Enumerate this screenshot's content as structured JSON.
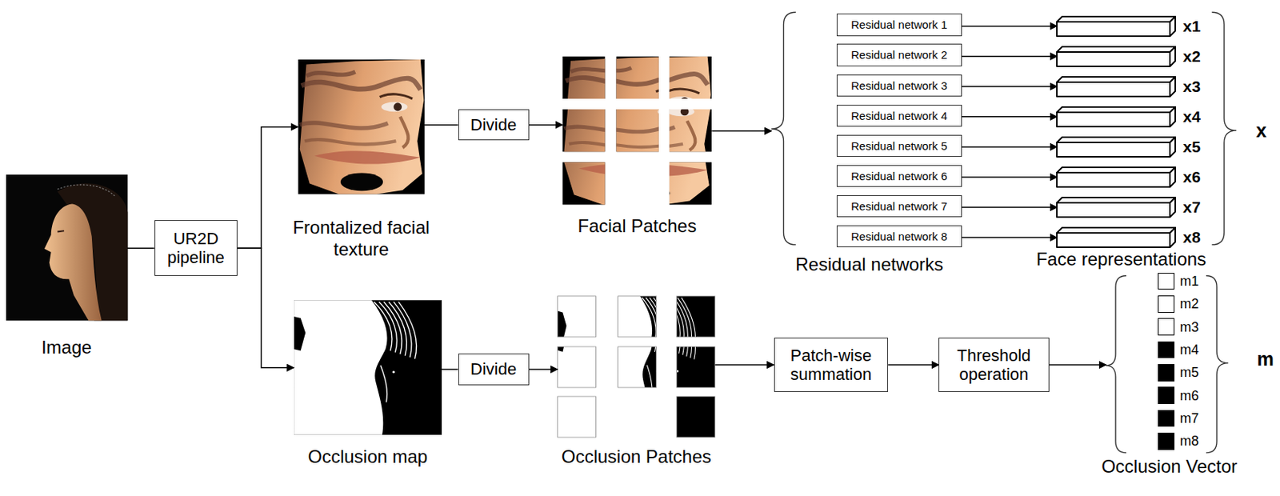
{
  "diagram": {
    "nodes": [
      {
        "text": [
          "Image"
        ]
      },
      {
        "text": [
          "UR2D pipeline"
        ]
      },
      {
        "text": [
          "Frontalized facial texture"
        ]
      },
      {
        "text": [
          "Divide"
        ]
      },
      {
        "text": [
          "Facial Patches"
        ]
      },
      {
        "text": [
          "Residual networks"
        ]
      },
      {
        "text": [
          "Residual network 1"
        ],
        "in": 5
      },
      {
        "text": [
          "Residual network 2"
        ],
        "in": 5
      },
      {
        "text": [
          "Residual network 3"
        ],
        "in": 5
      },
      {
        "text": [
          "Residual network 4"
        ],
        "in": 5
      },
      {
        "text": [
          "Residual network 5"
        ],
        "in": 5
      },
      {
        "text": [
          "Residual network 6"
        ],
        "in": 5
      },
      {
        "text": [
          "Residual network 7"
        ],
        "in": 5
      },
      {
        "text": [
          "Residual network 8"
        ],
        "in": 5
      },
      {
        "text": [
          "Face representations"
        ]
      },
      {
        "text": [
          "x1"
        ],
        "in": 14
      },
      {
        "text": [
          "x2"
        ],
        "in": 14
      },
      {
        "text": [
          "x3"
        ],
        "in": 14
      },
      {
        "text": [
          "x4"
        ],
        "in": 14
      },
      {
        "text": [
          "x5"
        ],
        "in": 14
      },
      {
        "text": [
          "x6"
        ],
        "in": 14
      },
      {
        "text": [
          "x7"
        ],
        "in": 14
      },
      {
        "text": [
          "x8"
        ],
        "in": 14
      },
      {
        "text": [
          "Occlusion map"
        ]
      },
      {
        "text": [
          "Divide"
        ]
      },
      {
        "text": [
          "Occlusion Patches"
        ]
      },
      {
        "text": [
          "Patch-wise summation"
        ]
      },
      {
        "text": [
          "Threshold operation"
        ]
      },
      {
        "text": [
          "Occlusion Vector"
        ]
      },
      {
        "text": [
          "m1"
        ],
        "in": 28
      },
      {
        "text": [
          "m2"
        ],
        "in": 28
      },
      {
        "text": [
          "m3"
        ],
        "in": 28
      },
      {
        "text": [
          "m4"
        ],
        "in": 28
      },
      {
        "text": [
          "m5"
        ],
        "in": 28
      },
      {
        "text": [
          "m6"
        ],
        "in": 28
      },
      {
        "text": [
          "m7"
        ],
        "in": 28
      },
      {
        "text": [
          "m8"
        ],
        "in": 28
      }
    ],
    "edges": [
      {
        "from": 0,
        "to": 1,
        "arrow": "none"
      },
      {
        "from": 1,
        "to": 2,
        "arrow": "to"
      },
      {
        "from": 1,
        "to": 23,
        "arrow": "to"
      },
      {
        "from": 2,
        "to": 3,
        "arrow": "none"
      },
      {
        "from": 3,
        "to": 4,
        "arrow": "to"
      },
      {
        "from": 4,
        "to": 5,
        "arrow": "to"
      },
      {
        "from": 6,
        "to": 15,
        "arrow": "to"
      },
      {
        "from": 7,
        "to": 16,
        "arrow": "to"
      },
      {
        "from": 8,
        "to": 17,
        "arrow": "to"
      },
      {
        "from": 9,
        "to": 18,
        "arrow": "to"
      },
      {
        "from": 10,
        "to": 19,
        "arrow": "to"
      },
      {
        "from": 11,
        "to": 20,
        "arrow": "to"
      },
      {
        "from": 12,
        "to": 21,
        "arrow": "to"
      },
      {
        "from": 13,
        "to": 22,
        "arrow": "to"
      },
      {
        "from": 23,
        "to": 24,
        "arrow": "none"
      },
      {
        "from": 24,
        "to": 25,
        "arrow": "to"
      },
      {
        "from": 25,
        "to": 26,
        "arrow": "to"
      },
      {
        "from": 26,
        "to": 27,
        "arrow": "to"
      },
      {
        "from": 27,
        "to": 28,
        "arrow": "to"
      }
    ],
    "labels": [
      "x",
      "m"
    ]
  }
}
